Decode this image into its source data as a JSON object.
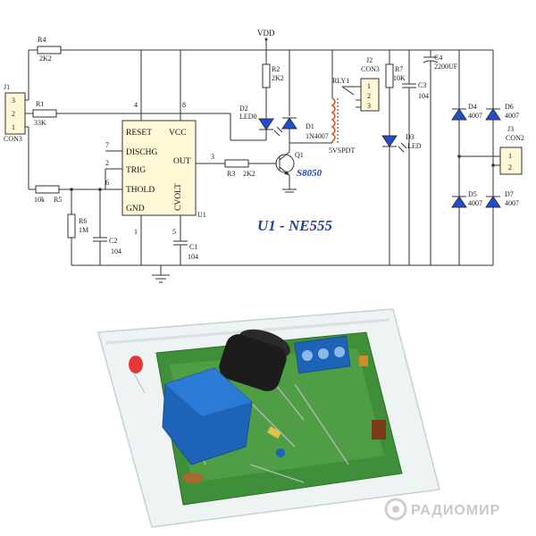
{
  "schematic": {
    "title": "U1 - NE555",
    "ic": {
      "ref": "U1",
      "pins": {
        "reset": "RESET",
        "vcc": "VCC",
        "dischg": "DISCHG",
        "trig": "TRIG",
        "out": "OUT",
        "thold": "THOLD",
        "gnd": "GND",
        "cvolt": "CVOLT"
      },
      "pin_numbers": {
        "p4": "4",
        "p8": "8",
        "p7": "7",
        "p2": "2",
        "p3": "3",
        "p6": "6",
        "p1": "1",
        "p5": "5"
      }
    },
    "supply": "VDD",
    "components": {
      "r4": {
        "ref": "R4",
        "value": "2K2"
      },
      "r1": {
        "ref": "R1",
        "value": "33K"
      },
      "r5": {
        "ref": "R5",
        "value": "10k"
      },
      "r6": {
        "ref": "R6",
        "value": "1M"
      },
      "r2": {
        "ref": "R2",
        "value": "2K2"
      },
      "r3": {
        "ref": "R3",
        "value": "2K2"
      },
      "r7": {
        "ref": "R7",
        "value": "10K"
      },
      "c1": {
        "ref": "C1",
        "value": "104"
      },
      "c2": {
        "ref": "C2",
        "value": "104"
      },
      "c3": {
        "ref": "C3",
        "value": "104"
      },
      "c4": {
        "ref": "C4",
        "value": "2200UF"
      },
      "d1": {
        "ref": "D1",
        "value": "1N4007"
      },
      "d2": {
        "ref": "D2",
        "value": "LED0"
      },
      "d3": {
        "ref": "D3",
        "value": "LED"
      },
      "d4": {
        "ref": "D4",
        "value": "4007"
      },
      "d5": {
        "ref": "D5",
        "value": "4007"
      },
      "d6": {
        "ref": "D6",
        "value": "4007"
      },
      "d7": {
        "ref": "D7",
        "value": "4007"
      },
      "q1": {
        "ref": "Q1",
        "value": "S8050"
      },
      "rly1": {
        "ref": "RLY1",
        "value": "5VSPDT"
      },
      "j1": {
        "ref": "J1",
        "value": "CON3",
        "pins": [
          "3",
          "2",
          "1"
        ]
      },
      "j2": {
        "ref": "J2",
        "value": "CON3",
        "pins": [
          "1",
          "2",
          "3"
        ]
      },
      "j3": {
        "ref": "J3",
        "value": "CON2",
        "pins": [
          "1",
          "2"
        ]
      }
    }
  },
  "photo": {
    "watermark": "РАДИОМИР"
  }
}
